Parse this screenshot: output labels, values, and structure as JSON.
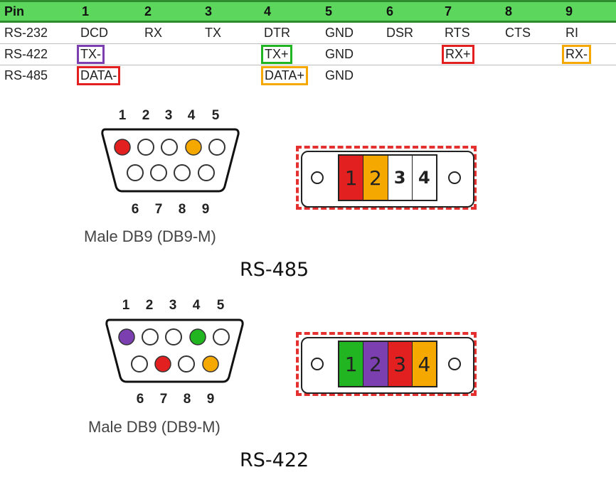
{
  "table": {
    "header": [
      "Pin",
      "1",
      "2",
      "3",
      "4",
      "5",
      "6",
      "7",
      "8",
      "9"
    ],
    "rows": [
      {
        "name": "RS-232",
        "cells": [
          "DCD",
          "RX",
          "TX",
          "DTR",
          "GND",
          "DSR",
          "RTS",
          "CTS",
          "RI"
        ]
      },
      {
        "name": "RS-422",
        "cells": [
          "TX-",
          "",
          "",
          "TX+",
          "GND",
          "",
          "RX+",
          "",
          "RX-"
        ]
      },
      {
        "name": "RS-485",
        "cells": [
          "DATA-",
          "",
          "",
          "DATA+",
          "GND",
          "",
          "",
          "",
          ""
        ]
      }
    ]
  },
  "highlight_colors": {
    "purple": "#7b3fb0",
    "green": "#22b522",
    "red": "#e32020",
    "orange": "#f5a800"
  },
  "top_connector": {
    "top_pins": [
      "1",
      "2",
      "3",
      "4",
      "5"
    ],
    "bottom_pins": [
      "6",
      "7",
      "8",
      "9"
    ],
    "caption": "Male DB9 (DB9-M)",
    "terminal_labels": [
      "1",
      "2",
      "3",
      "4"
    ],
    "title": "RS-485"
  },
  "bottom_connector": {
    "top_pins": [
      "1",
      "2",
      "3",
      "4",
      "5"
    ],
    "bottom_pins": [
      "6",
      "7",
      "8",
      "9"
    ],
    "caption": "Male DB9 (DB9-M)",
    "terminal_labels": [
      "1",
      "2",
      "3",
      "4"
    ],
    "title": "RS-422"
  }
}
